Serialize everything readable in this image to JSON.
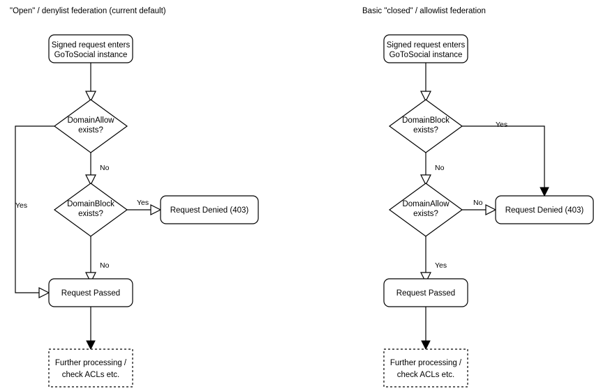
{
  "diagram": {
    "type": "flowchart",
    "background": "#ffffff",
    "stroke_color": "#000000",
    "text_color": "#000000",
    "panels": [
      {
        "id": "open-denylist",
        "title": "\"Open\" / denylist federation (current default)",
        "nodes": [
          {
            "id": "entry",
            "shape": "rounded-rect",
            "lines": [
              "Signed request enters",
              "GoToSocial instance"
            ]
          },
          {
            "id": "allow",
            "shape": "diamond",
            "lines": [
              "DomainAllow",
              "exists?"
            ]
          },
          {
            "id": "block",
            "shape": "diamond",
            "lines": [
              "DomainBlock",
              "exists?"
            ]
          },
          {
            "id": "denied",
            "shape": "rounded-rect",
            "lines": [
              "Request Denied (403)"
            ]
          },
          {
            "id": "passed",
            "shape": "rounded-rect",
            "lines": [
              "Request Passed"
            ]
          },
          {
            "id": "further",
            "shape": "dashed-rect",
            "lines": [
              "Further processing /",
              "check ACLs etc."
            ]
          }
        ],
        "edges": [
          {
            "from": "entry",
            "to": "allow",
            "label": "",
            "arrow": "open"
          },
          {
            "from": "allow",
            "to": "passed",
            "label": "Yes",
            "arrow": "open"
          },
          {
            "from": "allow",
            "to": "block",
            "label": "No",
            "arrow": "open"
          },
          {
            "from": "block",
            "to": "denied",
            "label": "Yes",
            "arrow": "open"
          },
          {
            "from": "block",
            "to": "passed",
            "label": "No",
            "arrow": "open"
          },
          {
            "from": "passed",
            "to": "further",
            "label": "",
            "arrow": "solid"
          }
        ]
      },
      {
        "id": "closed-allowlist",
        "title": "Basic \"closed\" / allowlist federation",
        "nodes": [
          {
            "id": "entry",
            "shape": "rounded-rect",
            "lines": [
              "Signed request enters",
              "GoToSocial instance"
            ]
          },
          {
            "id": "block",
            "shape": "diamond",
            "lines": [
              "DomainBlock",
              "exists?"
            ]
          },
          {
            "id": "allow",
            "shape": "diamond",
            "lines": [
              "DomainAllow",
              "exists?"
            ]
          },
          {
            "id": "denied",
            "shape": "rounded-rect",
            "lines": [
              "Request Denied (403)"
            ]
          },
          {
            "id": "passed",
            "shape": "rounded-rect",
            "lines": [
              "Request Passed"
            ]
          },
          {
            "id": "further",
            "shape": "dashed-rect",
            "lines": [
              "Further processing /",
              "check ACLs etc."
            ]
          }
        ],
        "edges": [
          {
            "from": "entry",
            "to": "block",
            "label": "",
            "arrow": "open"
          },
          {
            "from": "block",
            "to": "denied",
            "label": "Yes",
            "arrow": "solid"
          },
          {
            "from": "block",
            "to": "allow",
            "label": "No",
            "arrow": "open"
          },
          {
            "from": "allow",
            "to": "denied",
            "label": "No",
            "arrow": "open"
          },
          {
            "from": "allow",
            "to": "passed",
            "label": "Yes",
            "arrow": "open"
          },
          {
            "from": "passed",
            "to": "further",
            "label": "",
            "arrow": "solid"
          }
        ]
      }
    ]
  },
  "left": {
    "title": "\"Open\" / denylist federation (current default)",
    "entry_l1": "Signed request enters",
    "entry_l2": "GoToSocial instance",
    "allow_l1": "DomainAllow",
    "allow_l2": "exists?",
    "block_l1": "DomainBlock",
    "block_l2": "exists?",
    "denied": "Request Denied (403)",
    "passed": "Request Passed",
    "further_l1": "Further processing /",
    "further_l2": "check ACLs etc.",
    "label_allow_yes": "Yes",
    "label_allow_no": "No",
    "label_block_yes": "Yes",
    "label_block_no": "No"
  },
  "right": {
    "title": "Basic \"closed\" / allowlist federation",
    "entry_l1": "Signed request enters",
    "entry_l2": "GoToSocial instance",
    "block_l1": "DomainBlock",
    "block_l2": "exists?",
    "allow_l1": "DomainAllow",
    "allow_l2": "exists?",
    "denied": "Request Denied (403)",
    "passed": "Request Passed",
    "further_l1": "Further processing /",
    "further_l2": "check ACLs etc.",
    "label_block_yes": "Yes",
    "label_block_no": "No",
    "label_allow_no": "No",
    "label_allow_yes": "Yes"
  }
}
